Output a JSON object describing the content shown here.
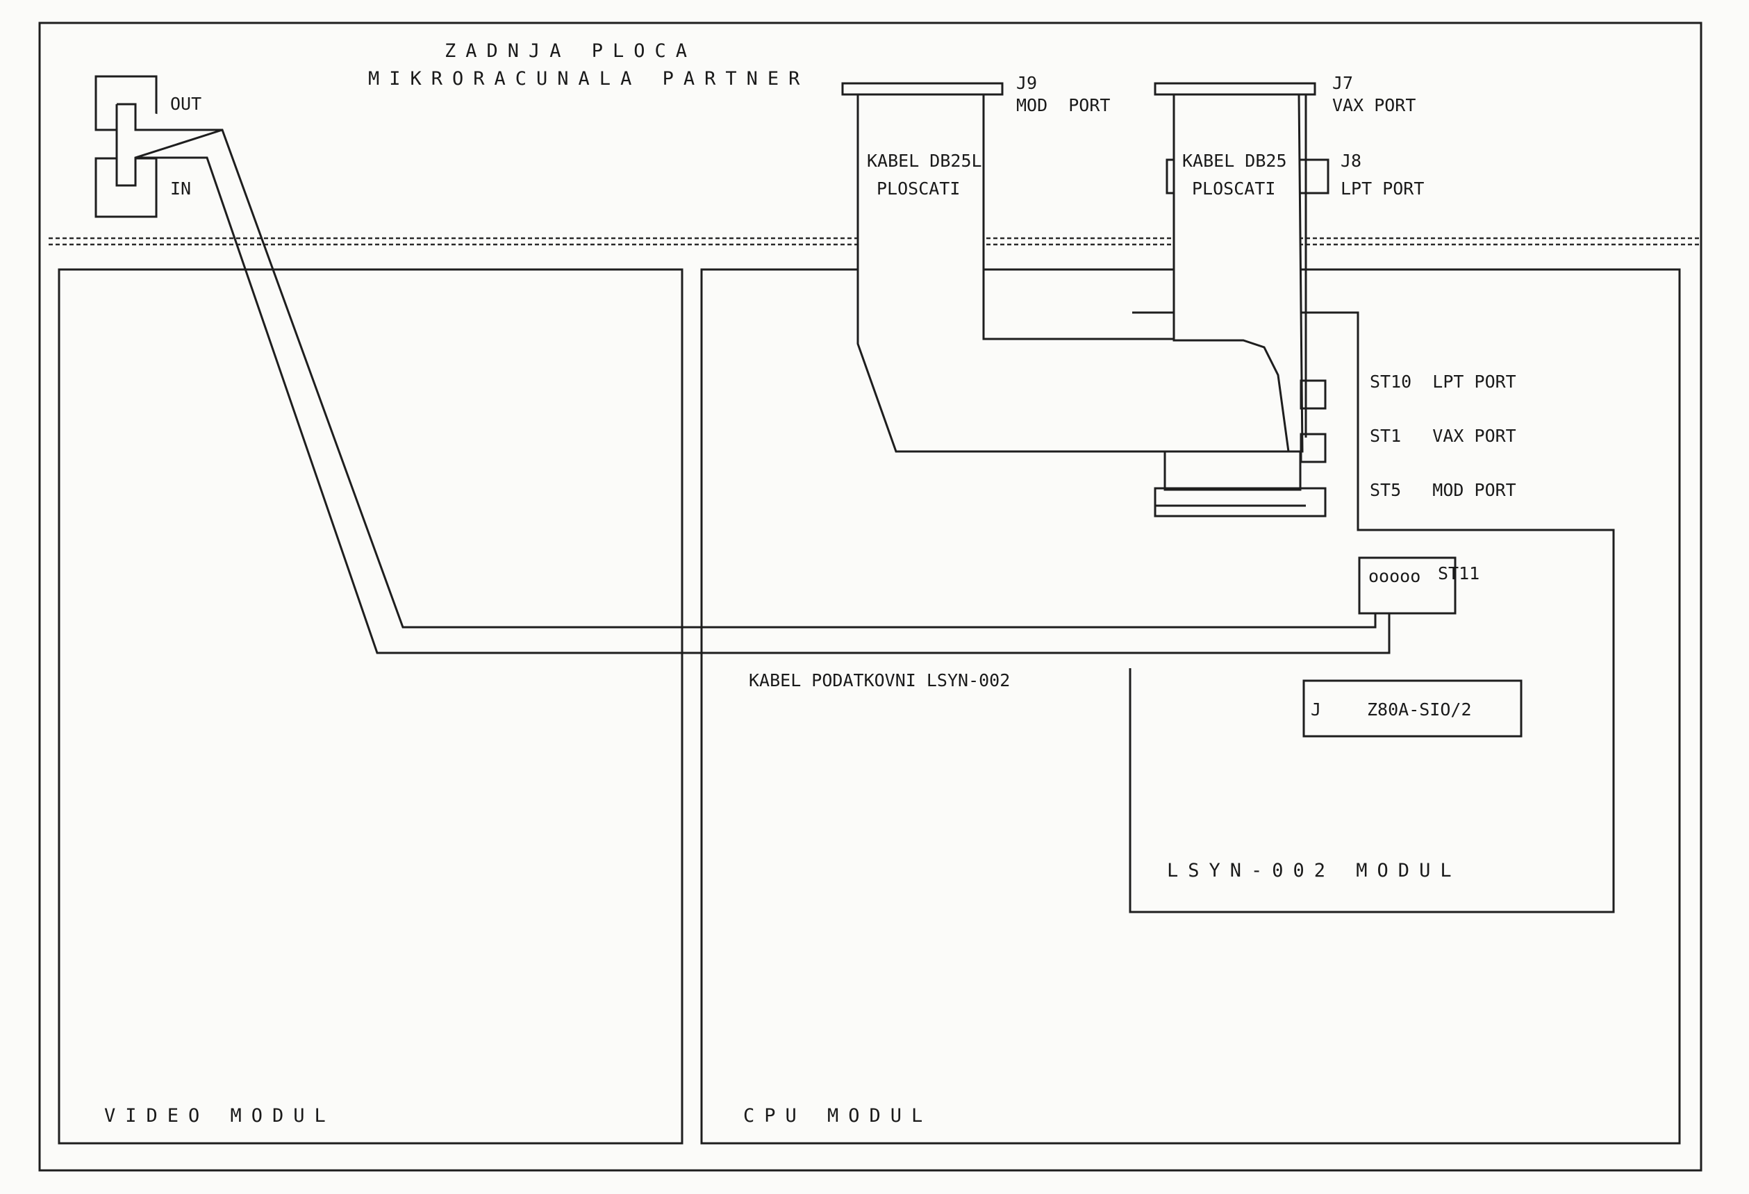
{
  "title": {
    "line1": "ZADNJA PLOCA",
    "line2": "MIKRORACUNALA PARTNER"
  },
  "jacks": {
    "out": "OUT",
    "in": "IN"
  },
  "connectors": {
    "j9_id": "J9",
    "j9_name": "MOD  PORT",
    "j7_id": "J7",
    "j7_name": "VAX PORT",
    "j8_id": "J8",
    "j8_name": "LPT PORT"
  },
  "cables": {
    "db25l_line1": "KABEL DB25L",
    "db25l_line2": "PLOSCATI",
    "db25_line1": "KABEL DB25",
    "db25_line2": "PLOSCATI",
    "data_cable": "KABEL PODATKOVNI LSYN-002"
  },
  "headers": {
    "st10": "ST10  LPT PORT",
    "st1": "ST1   VAX PORT",
    "st5": "ST5   MOD PORT",
    "st11_pins": "ooooo",
    "st11": "ST11"
  },
  "chip": {
    "notch": "J",
    "label": "Z80A-SIO/2"
  },
  "modules": {
    "video": "VIDEO MODUL",
    "cpu": "CPU MODUL",
    "lsyn": "LSYN-002 MODUL"
  }
}
